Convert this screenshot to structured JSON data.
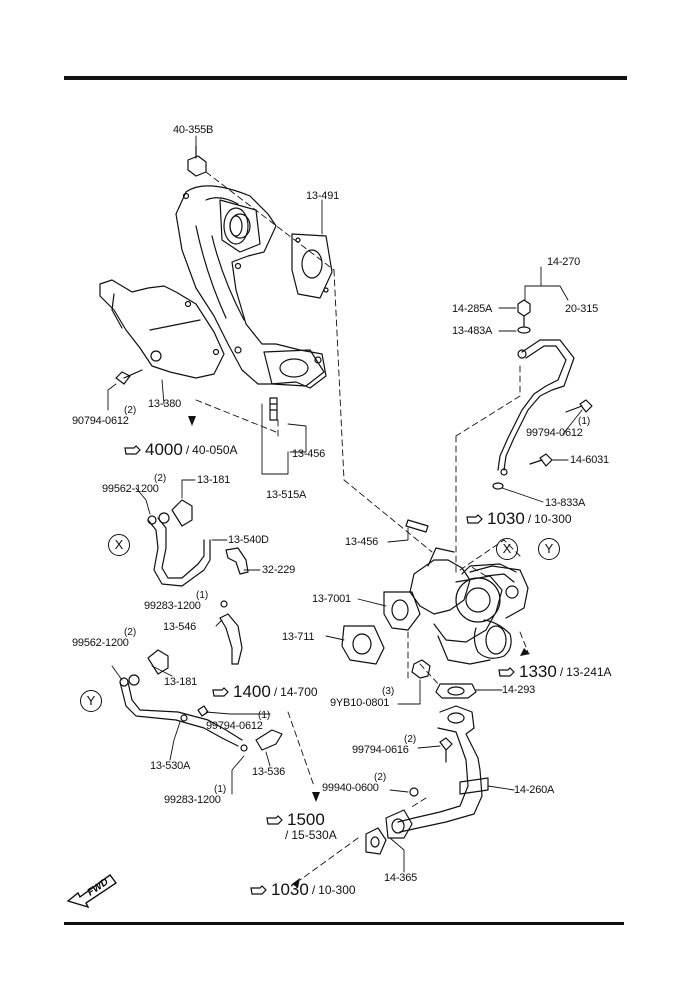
{
  "labels": {
    "l40355B": "40-355B",
    "l13491": "13-491",
    "l14270": "14-270",
    "l14285A": "14-285A",
    "l20315": "20-315",
    "l13483A": "13-483A",
    "l907940612": "90794-0612",
    "l13380": "13-380",
    "l99794a": "99794-0612",
    "l146031": "14-6031",
    "l13456a": "13-456",
    "l13515A": "13-515A",
    "l99562a": "99562-1200",
    "l13181a": "13-181",
    "l13833A": "13-833A",
    "l13540D": "13-540D",
    "l32229": "32-229",
    "l13456b": "13-456",
    "l992831": "99283-1200",
    "l13546": "13-546",
    "l137001": "13-7001",
    "l13711": "13-711",
    "l99562b": "99562-1200",
    "l13181b": "13-181",
    "l9yb10": "9YB10-0801",
    "l14293": "14-293",
    "l99794b": "99794-0612",
    "l13530A": "13-530A",
    "l13536": "13-536",
    "l99794c": "99794-0616",
    "l99940": "99940-0600",
    "l14260A": "14-260A",
    "l992832": "99283-1200",
    "l14365": "14-365"
  },
  "quantities": {
    "q907940612": "(2)",
    "q99794a": "(1)",
    "q99562a": "(2)",
    "q992831": "(1)",
    "q99562b": "(2)",
    "q9yb10": "(3)",
    "q99794b": "(1)",
    "q99794c": "(2)",
    "q99940": "(2)",
    "q992832": "(1)"
  },
  "references": {
    "r4000": {
      "fig": "4000",
      "sub": "40-050A"
    },
    "r1030a": {
      "fig": "1030",
      "sub": "10-300"
    },
    "r1400": {
      "fig": "1400",
      "sub": "14-700"
    },
    "r1330": {
      "fig": "1330",
      "sub": "13-241A"
    },
    "r1500": {
      "fig": "1500",
      "sub": "15-530A"
    },
    "r1030b": {
      "fig": "1030",
      "sub": "10-300"
    }
  },
  "connectors": {
    "x1": "X",
    "y1": "Y",
    "x2": "X",
    "y2": "Y"
  },
  "fwd_label": "FWD"
}
